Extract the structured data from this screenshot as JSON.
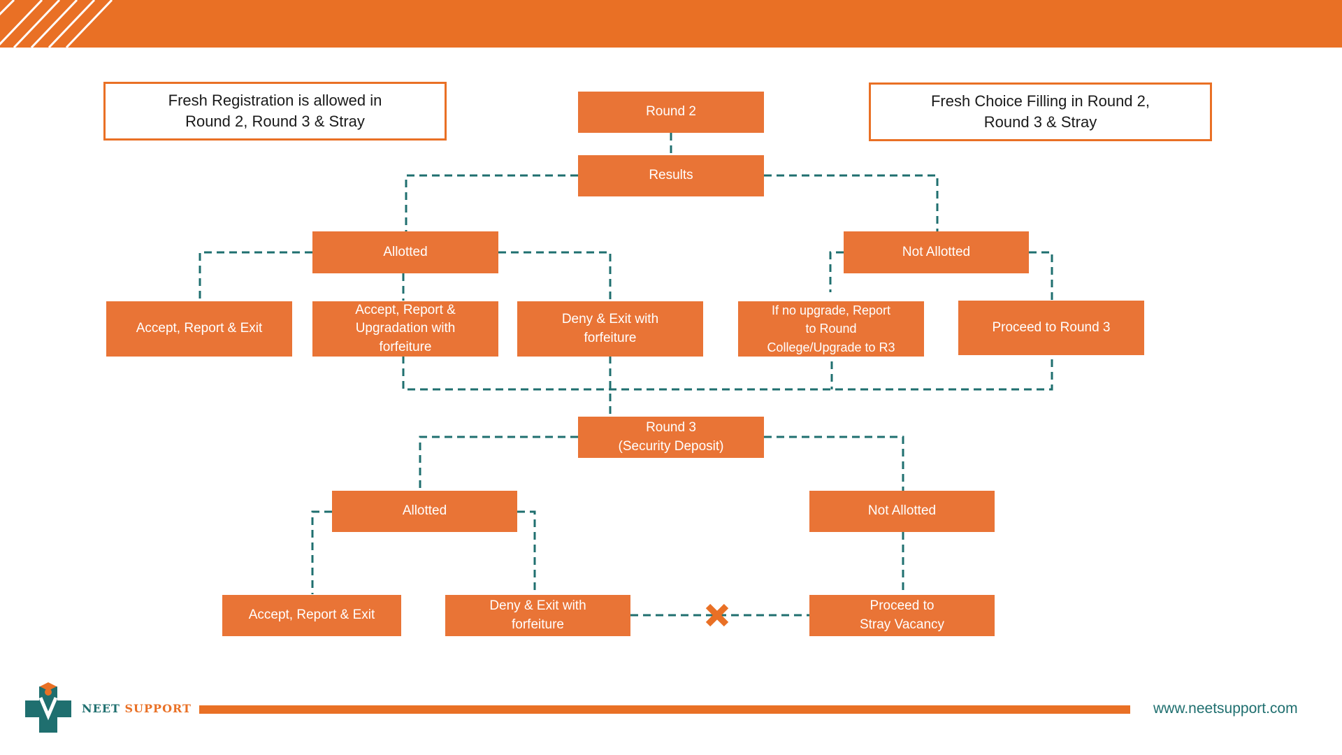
{
  "notes": {
    "left": "Fresh Registration is allowed in\nRound 2, Round 3 & Stray",
    "right": "Fresh Choice Filling in Round 2,\nRound 3 & Stray"
  },
  "nodes": {
    "round2": "Round 2",
    "results": "Results",
    "allotted": "Allotted",
    "not_allotted": "Not Allotted",
    "accept_exit": "Accept, Report & Exit",
    "accept_upgrade": "Accept, Report &\nUpgradation with\nforfeiture",
    "deny_exit": "Deny & Exit with\nforfeiture",
    "no_upgrade": "If no upgrade, Report\nto Round\nCollege/Upgrade to R3",
    "proceed_r3": "Proceed to Round 3",
    "round3": "Round 3\n(Security Deposit)",
    "r3_allotted": "Allotted",
    "r3_not_allotted": "Not Allotted",
    "r3_accept_exit": "Accept, Report & Exit",
    "r3_deny_exit": "Deny & Exit with\nforfeiture",
    "r3_proceed_stray": "Proceed to\nStray Vacancy"
  },
  "footer": {
    "brand_part1": "NEET",
    "brand_part2": "SUPPORT",
    "website": "www.neetsupport.com"
  },
  "colors": {
    "accent": "#E97025",
    "box": "#E97436",
    "connector": "#1F6F6F",
    "blocked_marker": "#E97025"
  },
  "icons": [
    "blocked-cross-icon",
    "logo-medical-cross-icon"
  ]
}
